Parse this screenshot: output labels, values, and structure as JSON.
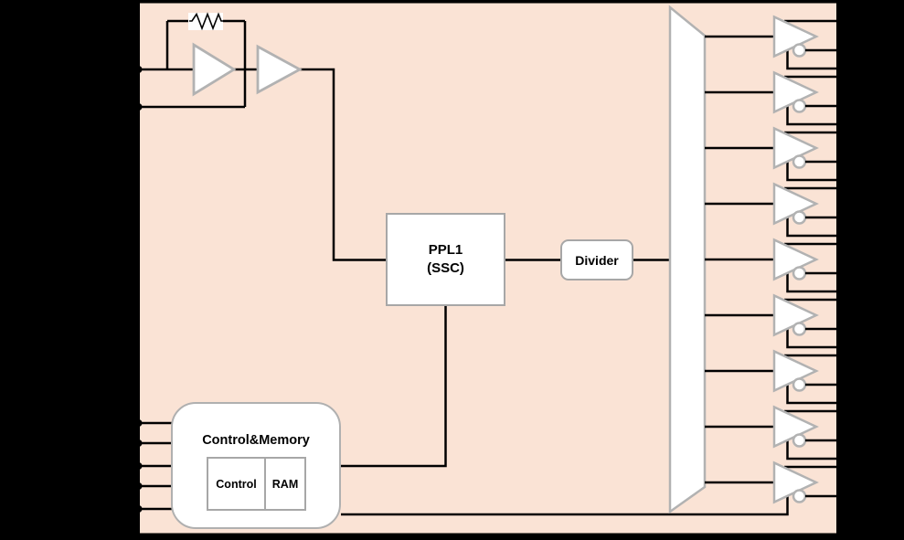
{
  "blocks": {
    "pll": {
      "line1": "PPL1",
      "line2": "(SSC)"
    },
    "divider": {
      "label": "Divider"
    },
    "control_memory": {
      "title": "Control&Memory",
      "control_label": "Control",
      "ram_label": "RAM"
    }
  },
  "counts": {
    "output_buffers": 9,
    "control_input_pins": 5,
    "crystal_pins": 2
  },
  "colors": {
    "background": "#000000",
    "chip_fill": "#fae3d5",
    "chip_border": "#000000",
    "wire": "#000000",
    "shape_stroke": "#b2b2b2",
    "block_border": "#a7a7a7",
    "block_fill": "#ffffff"
  }
}
